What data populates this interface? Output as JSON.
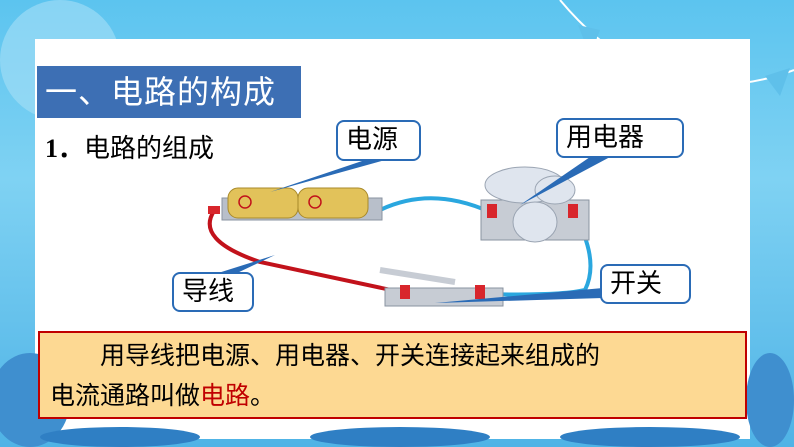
{
  "slide": {
    "section_title": "一、电路的构成",
    "subtitle_number": "1．",
    "subtitle_text": "电路的组成",
    "labels": {
      "power": "电源",
      "appliance": "用电器",
      "wire": "导线",
      "switch": "开关"
    },
    "note": {
      "line1": "用导线把电源、用电器、开关连接起来组成的",
      "line2_prefix": "电流通路叫做",
      "highlight": "电路",
      "suffix": "。"
    },
    "colors": {
      "title_bg": "#3d6fb4",
      "note_bg": "#fdd993",
      "accent_red": "#c00000",
      "callout_border": "#2a6bb6"
    }
  }
}
